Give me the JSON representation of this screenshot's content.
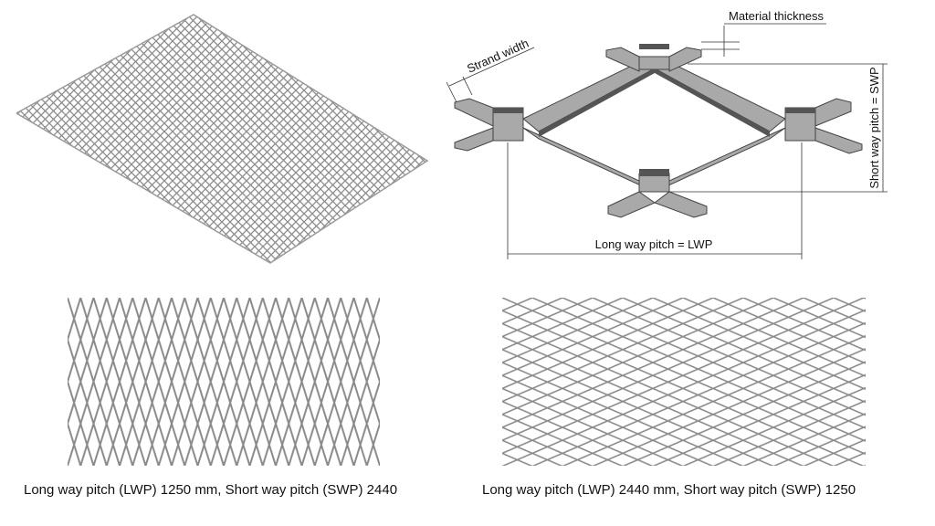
{
  "diagram": {
    "labels": {
      "material_thickness": "Material thickness",
      "strand_width": "Strand width",
      "short_way_pitch": "Short way pitch = SWP",
      "long_way_pitch": "Long way pitch = LWP"
    }
  },
  "captions": {
    "left": "Long way pitch (LWP) 1250 mm, Short way pitch (SWP) 2440",
    "right": "Long way pitch (LWP) 2440 mm, Short way pitch (SWP) 1250"
  },
  "colors": {
    "mesh": "#8a8a8a",
    "strand_face": "#a8a8a8",
    "strand_edge": "#555555"
  }
}
